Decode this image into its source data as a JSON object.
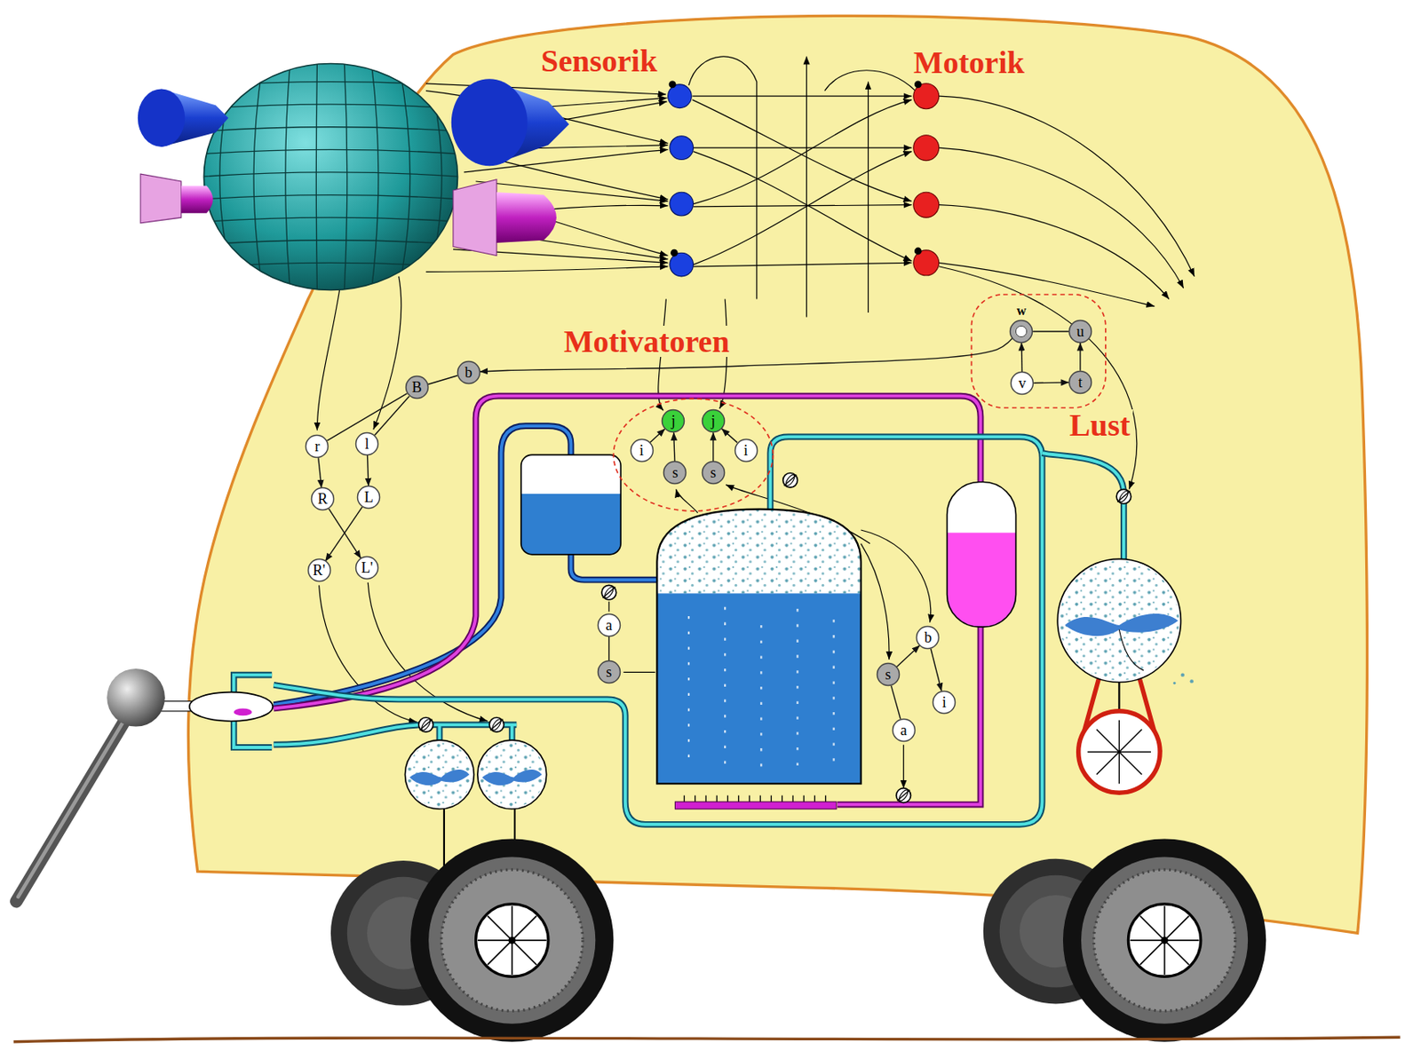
{
  "diagram": {
    "nodes": [
      {
        "text": [
          "w"
        ]
      },
      {
        "text": [
          "u"
        ]
      },
      {
        "text": [
          "b"
        ]
      },
      {
        "text": [
          "v"
        ]
      },
      {
        "text": [
          "t"
        ]
      },
      {
        "text": [
          "B"
        ]
      },
      {
        "text": [
          "j"
        ]
      },
      {
        "text": [
          "j"
        ]
      },
      {
        "text": [
          "r"
        ]
      },
      {
        "text": [
          "l"
        ]
      },
      {
        "text": [
          "i"
        ]
      },
      {
        "text": [
          "i"
        ]
      },
      {
        "text": [
          "s"
        ]
      },
      {
        "text": [
          "s"
        ]
      },
      {
        "text": [
          "R"
        ]
      },
      {
        "text": [
          "L"
        ]
      },
      {
        "text": [
          "R'"
        ]
      },
      {
        "text": [
          "L'"
        ]
      },
      {
        "text": [
          "a"
        ]
      },
      {
        "text": [
          "b"
        ]
      },
      {
        "text": [
          "s"
        ]
      },
      {
        "text": [
          "s"
        ]
      },
      {
        "text": [
          "i"
        ]
      },
      {
        "text": [
          "a"
        ]
      }
    ],
    "edges": [
      {
        "from": 0,
        "to": 2,
        "arrow": "to"
      },
      {
        "from": 2,
        "to": 5,
        "arrow": "none"
      },
      {
        "from": 5,
        "to": 8,
        "arrow": "none"
      },
      {
        "from": 5,
        "to": 9,
        "arrow": "none"
      },
      {
        "from": 8,
        "to": 14,
        "arrow": "to"
      },
      {
        "from": 9,
        "to": 15,
        "arrow": "to"
      },
      {
        "from": 14,
        "to": 17,
        "arrow": "to"
      },
      {
        "from": 15,
        "to": 16,
        "arrow": "to"
      },
      {
        "from": 10,
        "to": 6,
        "arrow": "to"
      },
      {
        "from": 12,
        "to": 6,
        "arrow": "to"
      },
      {
        "from": 11,
        "to": 7,
        "arrow": "to"
      },
      {
        "from": 13,
        "to": 7,
        "arrow": "to"
      },
      {
        "from": 3,
        "to": 0,
        "arrow": "to"
      },
      {
        "from": 1,
        "to": 0,
        "arrow": "none"
      },
      {
        "from": 3,
        "to": 4,
        "arrow": "to"
      },
      {
        "from": 4,
        "to": 1,
        "arrow": "to"
      },
      {
        "from": 20,
        "to": 18,
        "arrow": "none"
      },
      {
        "from": 21,
        "to": 23,
        "arrow": "none"
      },
      {
        "from": 21,
        "to": 19,
        "arrow": "to"
      },
      {
        "from": 19,
        "to": 22,
        "arrow": "to"
      }
    ],
    "labels": [
      "Sensorik",
      "Motorik",
      "Motivatoren",
      "Lust"
    ]
  }
}
